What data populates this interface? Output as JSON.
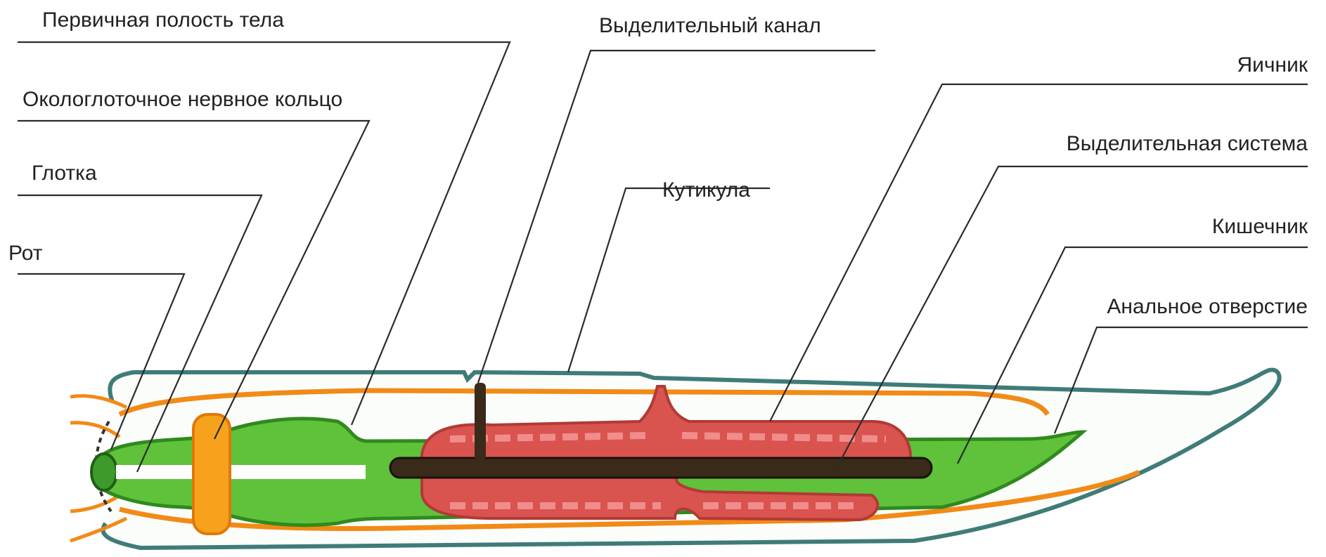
{
  "labels": {
    "primary_cavity": "Первичная полость тела",
    "nerve_ring": "Окологлоточное нервное кольцо",
    "pharynx": "Глотка",
    "mouth": "Рот",
    "excretory_canal": "Выделительный канал",
    "cuticle": "Кутикула",
    "ovary": "Яичник",
    "excretory_system": "Выделительная система",
    "intestine": "Кишечник",
    "anus": "Анальное отверстие"
  },
  "colors": {
    "cuticle": "#3f7c78",
    "muscle_layer": "#f28a16",
    "intestine": "#5fc23a",
    "intestine_dark": "#2f8a1e",
    "ovary": "#d9534f",
    "ovary_inner": "#f08c8c",
    "excretory": "#3a2a1a",
    "nerve_ring": "#f7a21c",
    "leader_line": "#2b2b2b"
  }
}
